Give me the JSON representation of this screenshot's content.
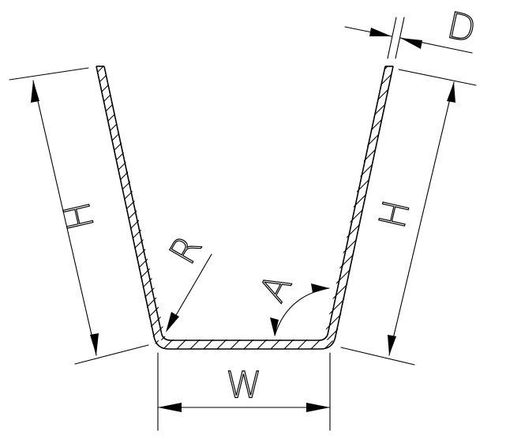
{
  "labels": {
    "height_left": "H",
    "height_right": "H",
    "width": "W",
    "thickness": "D",
    "radius": "R",
    "angle": "A"
  }
}
